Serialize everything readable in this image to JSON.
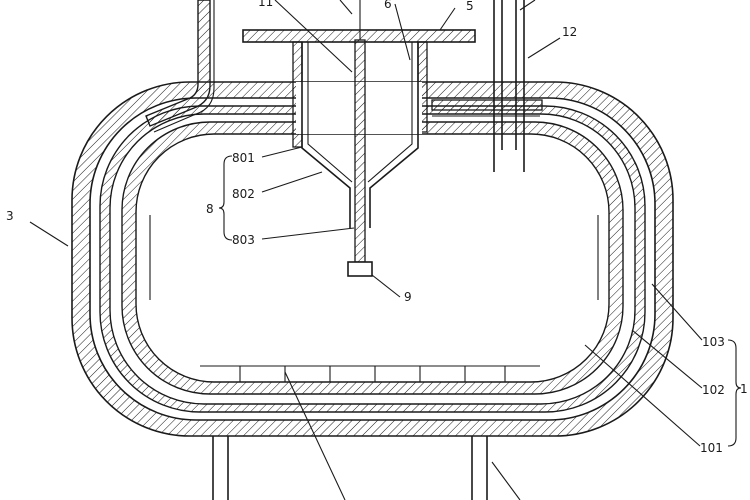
{
  "diagram": {
    "labels": {
      "vessel": "1",
      "wall_outer": "103",
      "wall_middle": "102",
      "wall_inner": "101",
      "jacket": "3",
      "assembly": "8",
      "hopper": "801",
      "cone": "802",
      "shaft": "803",
      "nozzle": "9",
      "pipe": "12",
      "top_a": "5",
      "top_b": "6",
      "top_c": "11"
    },
    "colors": {
      "ink": "#1a1a1a",
      "background": "#ffffff"
    }
  }
}
